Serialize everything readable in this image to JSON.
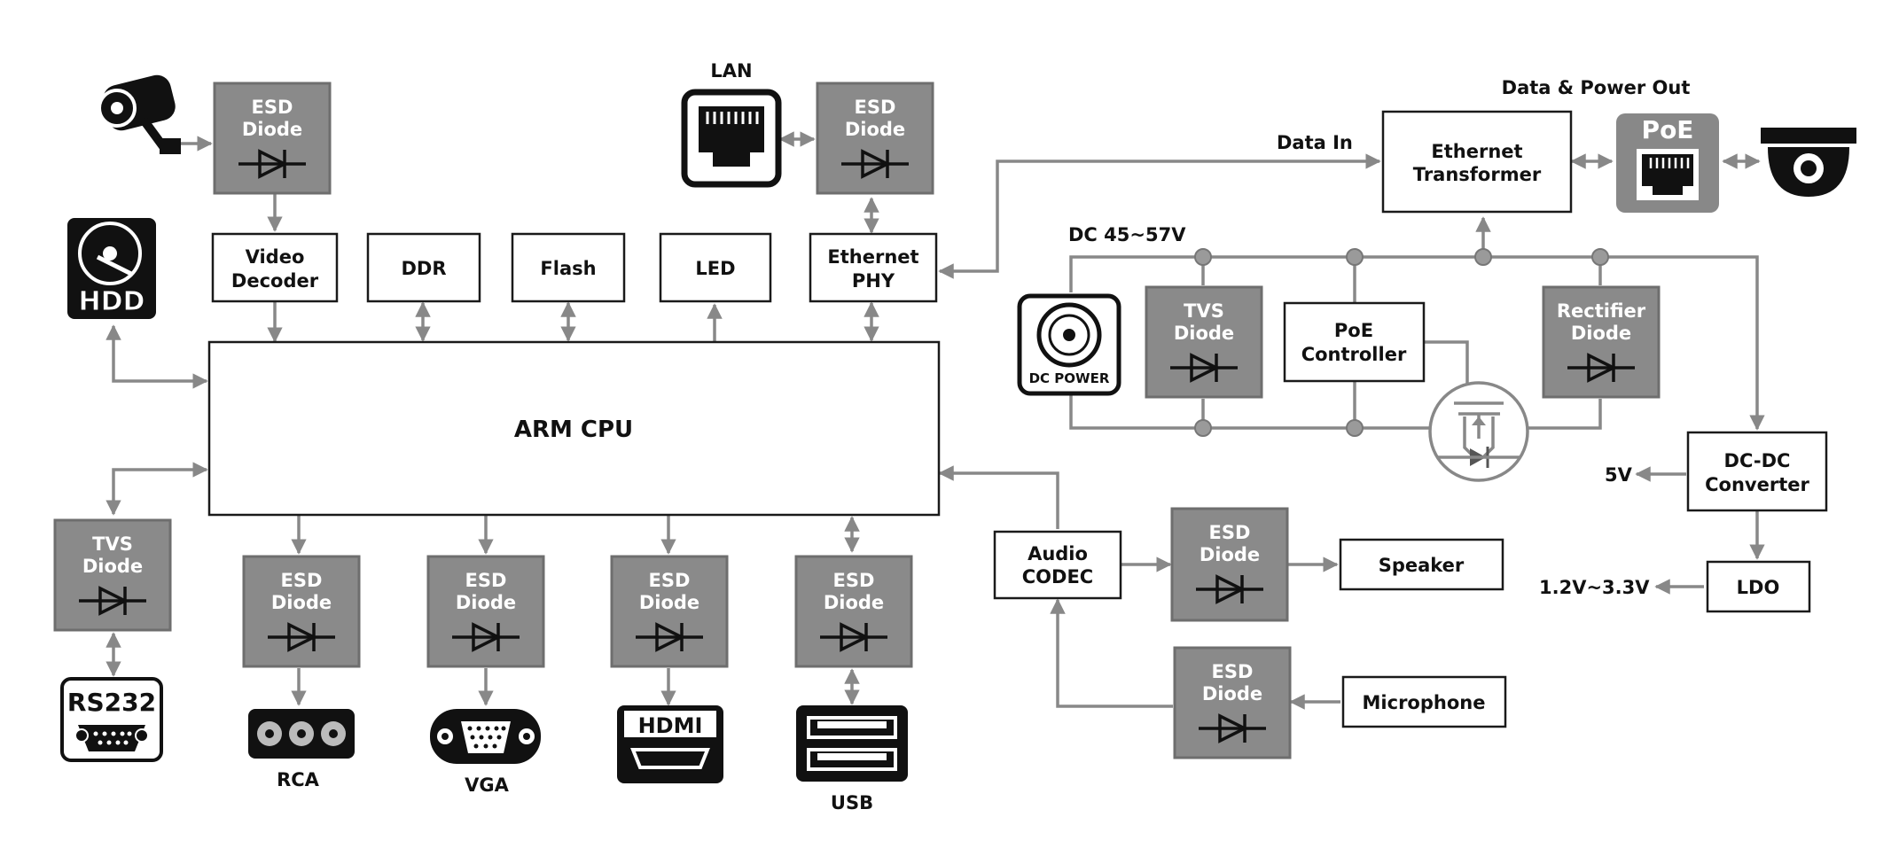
{
  "cpu": {
    "label": "ARM CPU"
  },
  "blocks": {
    "video_decoder": [
      "Video",
      "Decoder"
    ],
    "ddr": "DDR",
    "flash": "Flash",
    "led": "LED",
    "ethernet_phy": [
      "Ethernet",
      "PHY"
    ],
    "ethernet_transformer": [
      "Ethernet",
      "Transformer"
    ],
    "poe_controller": [
      "PoE",
      "Controller"
    ],
    "audio_codec": [
      "Audio",
      "CODEC"
    ],
    "speaker": "Speaker",
    "microphone": "Microphone",
    "dcdc": [
      "DC-DC",
      "Converter"
    ],
    "ldo": "LDO"
  },
  "diodes": {
    "esd": [
      "ESD",
      "Diode"
    ],
    "tvs": [
      "TVS",
      "Diode"
    ],
    "rectifier": [
      "Rectifier",
      "Diode"
    ]
  },
  "labels": {
    "lan": "LAN",
    "data_power_out": "Data & Power Out",
    "data_in": "Data In",
    "dc_voltage": "DC 45~57V",
    "v5": "5V",
    "v_ldo": "1.2V~3.3V",
    "rca": "RCA",
    "vga": "VGA",
    "usb": "USB"
  },
  "icons": {
    "hdd": "HDD",
    "rs232": "RS232",
    "hdmi": "HDMI",
    "poe": "PoE",
    "dc_power": "DC POWER"
  },
  "colors": {
    "diode_fill": "#8a8a8a",
    "wire": "#888888",
    "ink": "#111111"
  }
}
